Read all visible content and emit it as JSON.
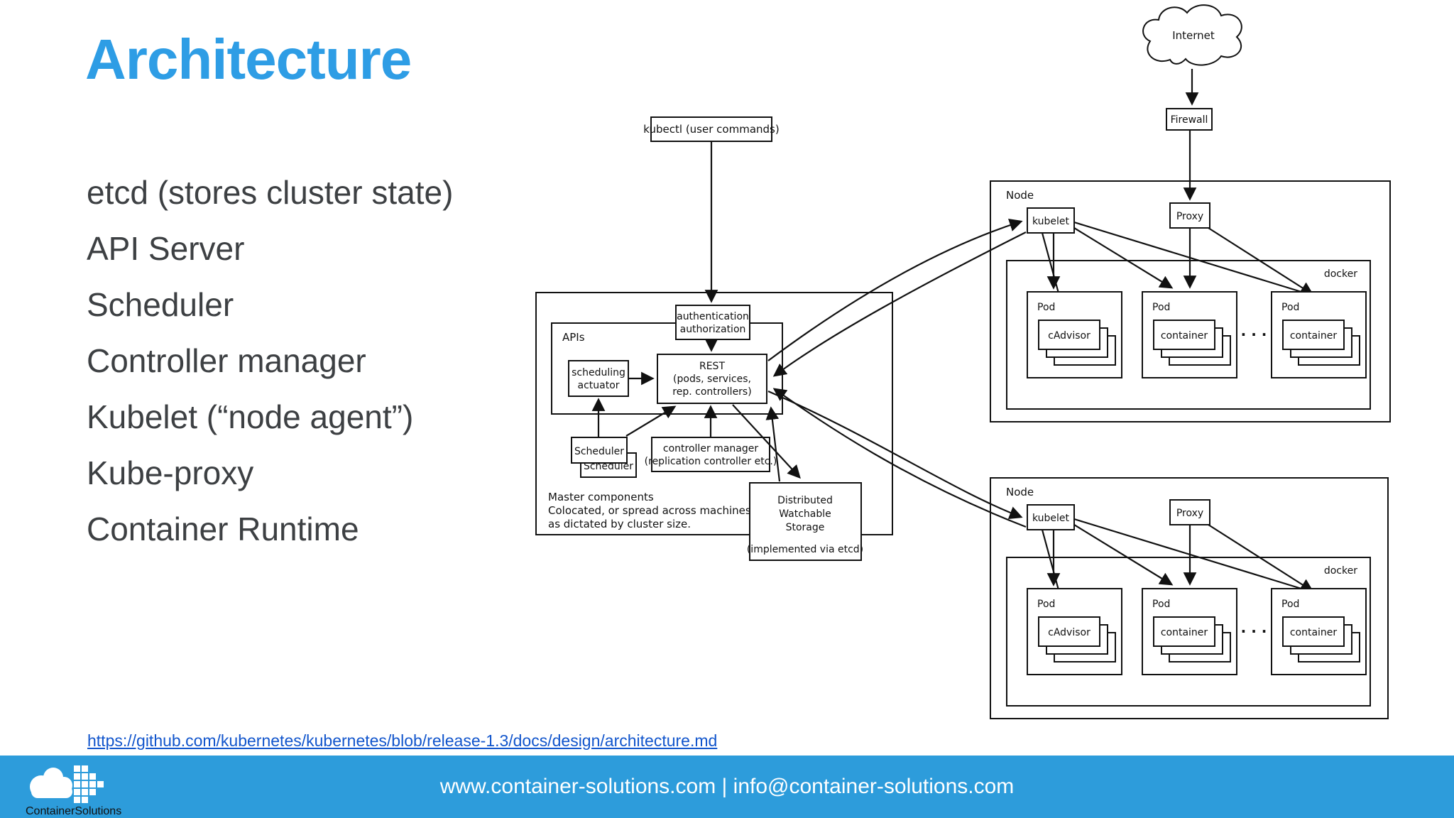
{
  "slide": {
    "title": "Architecture",
    "bullets": [
      "etcd (stores cluster state)",
      "API Server",
      "Scheduler",
      "Controller manager",
      "Kubelet (“node agent”)",
      "Kube-proxy",
      "Container Runtime"
    ],
    "link": "https://github.com/kubernetes/kubernetes/blob/release-1.3/docs/design/architecture.md"
  },
  "colors": {
    "accent_blue": "#2D9CDB",
    "title_blue": "#2E9DE5",
    "link_blue": "#1155CC",
    "text_dark": "#3D4043",
    "diagram_ink": "#111111"
  },
  "footer": {
    "contact": "www.container-solutions.com | info@container-solutions.com",
    "logo_text": "ContainerSolutions"
  },
  "diagram": {
    "kubectl": "kubectl (user commands)",
    "internet": "Internet",
    "firewall": "Firewall",
    "apis_label": "APIs",
    "auth_line1": "authentication",
    "auth_line2": "authorization",
    "actuator_line1": "scheduling",
    "actuator_line2": "actuator",
    "rest_line1": "REST",
    "rest_line2": "(pods, services,",
    "rest_line3": "rep. controllers)",
    "scheduler_front": "Scheduler",
    "scheduler_back": "Scheduler",
    "controller_manager_line1": "controller manager",
    "controller_manager_line2": "(replication controller etc.)",
    "master_note_line1": "Master components",
    "master_note_line2": "Colocated, or spread across machines,",
    "master_note_line3": "as dictated by cluster size.",
    "storage_line1": "Distributed",
    "storage_line2": "Watchable",
    "storage_line3": "Storage",
    "storage_line4": "(implemented via etcd)",
    "ellipsis": "· · ·",
    "nodes": [
      {
        "label": "Node",
        "kubelet": "kubelet",
        "proxy": "Proxy",
        "docker": "docker",
        "pods": [
          {
            "label": "Pod",
            "inner": "cAdvisor"
          },
          {
            "label": "Pod",
            "inner": "container"
          },
          {
            "label": "Pod",
            "inner": "container"
          }
        ]
      },
      {
        "label": "Node",
        "kubelet": "kubelet",
        "proxy": "Proxy",
        "docker": "docker",
        "pods": [
          {
            "label": "Pod",
            "inner": "cAdvisor"
          },
          {
            "label": "Pod",
            "inner": "container"
          },
          {
            "label": "Pod",
            "inner": "container"
          }
        ]
      }
    ]
  }
}
